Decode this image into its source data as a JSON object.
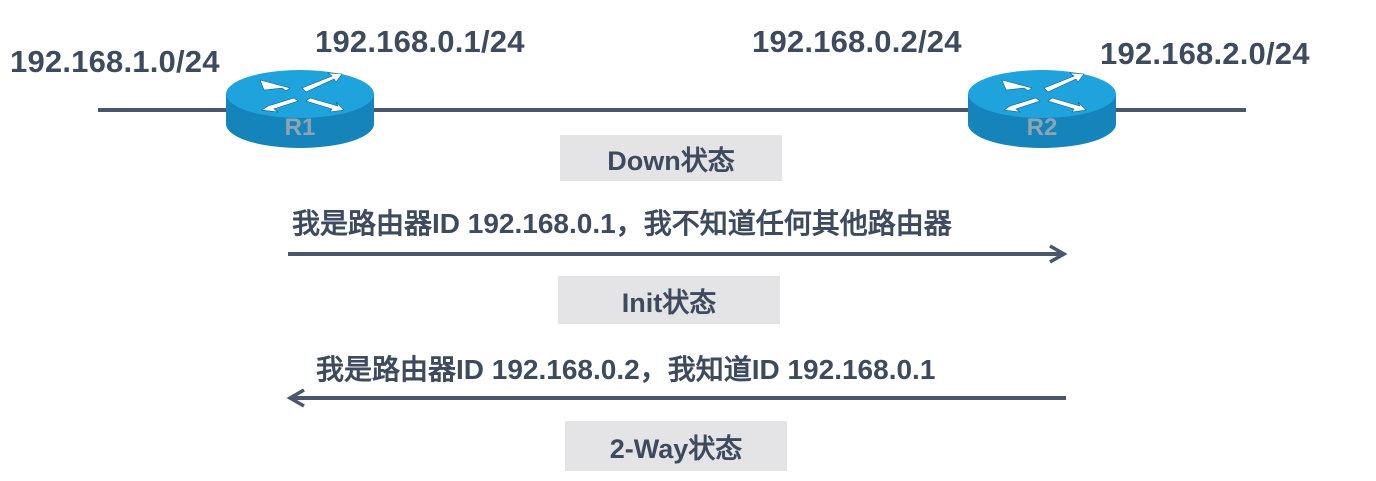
{
  "network": {
    "left_subnet": "192.168.1.0/24",
    "r1_interface": "192.168.0.1/24",
    "r2_interface": "192.168.0.2/24",
    "right_subnet": "192.168.2.0/24"
  },
  "routers": [
    {
      "label": "R1",
      "icon": "router-icon"
    },
    {
      "label": "R2",
      "icon": "router-icon"
    }
  ],
  "states": [
    {
      "label": "Down状态"
    },
    {
      "label": "Init状态"
    },
    {
      "label": "2-Way状态"
    }
  ],
  "messages": [
    {
      "text": "我是路由器ID 192.168.0.1，我不知道任何其他路由器",
      "direction": "right"
    },
    {
      "text": "我是路由器ID 192.168.0.2，我知道ID 192.168.0.1",
      "direction": "left"
    }
  ],
  "colors": {
    "text": "#3e4a5d",
    "line": "#4a5669",
    "router_top": "#1ea3dc",
    "router_side": "#1584bb",
    "state_bg": "#e4e4e6"
  }
}
